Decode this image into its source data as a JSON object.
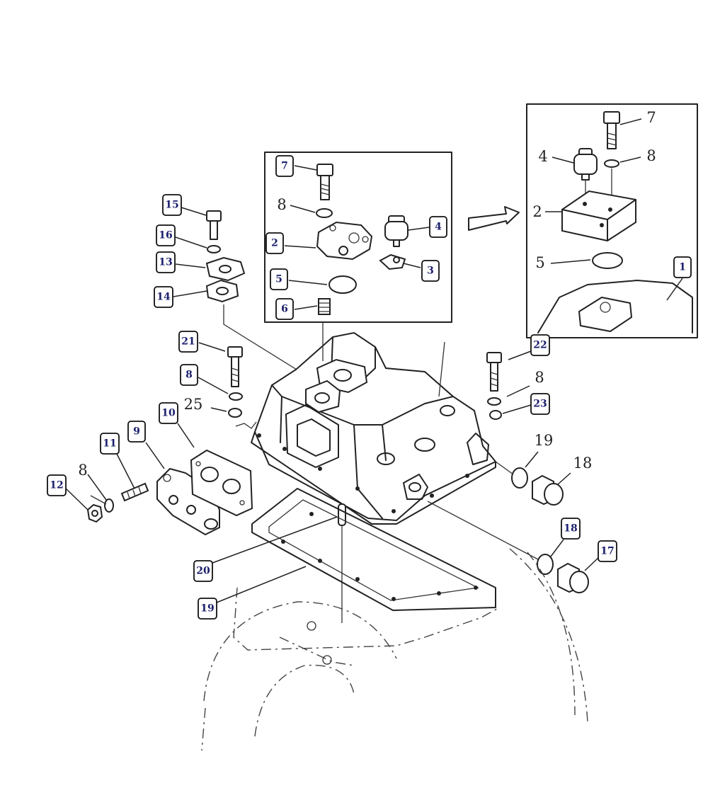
{
  "boxed_labels": [
    {
      "id": "c7-insetA",
      "text": "7"
    },
    {
      "id": "c4-insetA",
      "text": "4"
    },
    {
      "id": "c2-insetA",
      "text": "2"
    },
    {
      "id": "c3-insetA",
      "text": "3"
    },
    {
      "id": "c5-insetA",
      "text": "5"
    },
    {
      "id": "c6-insetA",
      "text": "6"
    },
    {
      "id": "c1-insetB",
      "text": "1"
    },
    {
      "id": "c15",
      "text": "15"
    },
    {
      "id": "c16",
      "text": "16"
    },
    {
      "id": "c13",
      "text": "13"
    },
    {
      "id": "c14",
      "text": "14"
    },
    {
      "id": "c21",
      "text": "21"
    },
    {
      "id": "c8-left",
      "text": "8"
    },
    {
      "id": "c10",
      "text": "10"
    },
    {
      "id": "c9",
      "text": "9"
    },
    {
      "id": "c11",
      "text": "11"
    },
    {
      "id": "c12",
      "text": "12"
    },
    {
      "id": "c22",
      "text": "22"
    },
    {
      "id": "c23",
      "text": "23"
    },
    {
      "id": "c18-lower",
      "text": "18"
    },
    {
      "id": "c17",
      "text": "17"
    },
    {
      "id": "c20",
      "text": "20"
    },
    {
      "id": "c19-lower",
      "text": "19"
    }
  ],
  "plain_labels": [
    {
      "id": "p8-insetA",
      "text": "8"
    },
    {
      "id": "p7-insetB",
      "text": "7"
    },
    {
      "id": "p4-insetB",
      "text": "4"
    },
    {
      "id": "p8-insetB",
      "text": "8"
    },
    {
      "id": "p2-insetB",
      "text": "2"
    },
    {
      "id": "p5-insetB",
      "text": "5"
    },
    {
      "id": "p25",
      "text": "25"
    },
    {
      "id": "p8-right",
      "text": "8"
    },
    {
      "id": "p19-upper",
      "text": "19"
    },
    {
      "id": "p18-upper",
      "text": "18"
    },
    {
      "id": "p8-lowerleft",
      "text": "8"
    }
  ]
}
